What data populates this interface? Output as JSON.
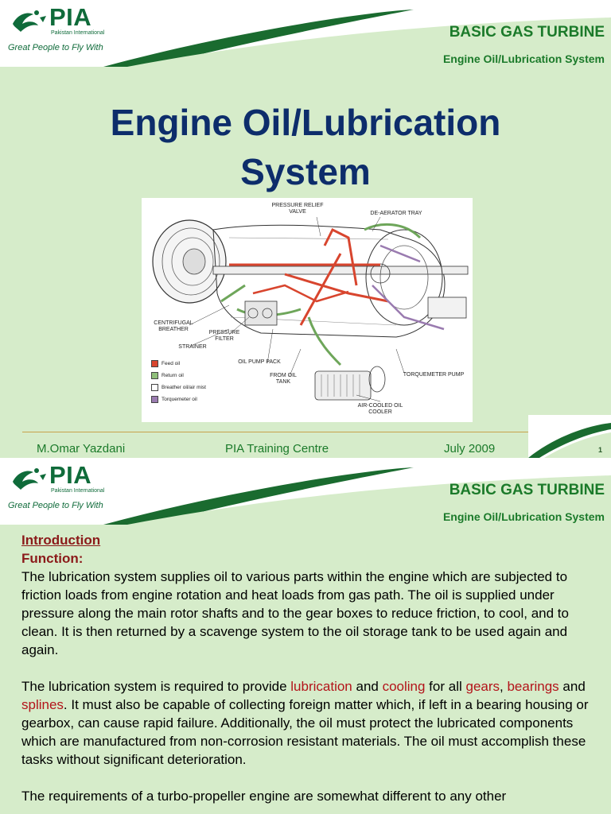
{
  "header": {
    "logo_text": "PIA",
    "logo_sub": "Pakistan International",
    "tagline": "Great People to Fly With",
    "title": "BASIC GAS TURBINE",
    "subtitle": "Engine Oil/Lubrication System"
  },
  "slide1": {
    "title_line1": "Engine Oil/Lubrication",
    "title_line2": "System",
    "diagram": {
      "labels": {
        "pressure_relief": "PRESSURE RELIEF VALVE",
        "deaerator": "DE-AERATOR TRAY",
        "centrifugal": "CENTRIFUGAL BREATHER",
        "pressure_filter": "PRESSURE FILTER",
        "strainer": "STRAINER",
        "oil_pump": "OIL PUMP PACK",
        "from_tank": "FROM OIL TANK",
        "torquemeter_pump": "TORQUEMETER PUMP",
        "cooler": "AIR-COOLED OIL COOLER"
      },
      "legend": [
        {
          "label": "Feed oil",
          "color": "#d8452e"
        },
        {
          "label": "Return oil",
          "color": "#8fbf7a"
        },
        {
          "label": "Breather oil/air mist",
          "color": "#ffffff"
        },
        {
          "label": "Torquemeter oil",
          "color": "#9a7bb0"
        }
      ]
    },
    "footer": {
      "author": "M.Omar Yazdani",
      "centre": "PIA Training Centre",
      "date": "July 2009",
      "page": "1"
    }
  },
  "slide2": {
    "heading": "Introduction",
    "subheading": "Function:",
    "para1": "The lubrication system supplies oil to various parts within the engine which are subjected to friction loads from engine rotation and heat loads from gas path. The oil is supplied under pressure along the main rotor shafts and to the gear boxes to reduce friction, to cool, and to clean. It is then returned by a scavenge system to the oil storage tank to be used again and again.",
    "para2": {
      "t1": "The lubrication system is required to provide ",
      "h1": "lubrication",
      "t2": " and ",
      "h2": "cooling",
      "t3": " for all ",
      "h3": "gears",
      "t4": ", ",
      "h4": "bearings",
      "t5": " and ",
      "h5": "splines",
      "t6": ". It must also be capable of collecting foreign matter which, if left in a bearing housing or gearbox, can cause rapid failure. Additionally, the oil must protect the lubricated components which are manufactured from non-corrosion resistant materials. The oil must accomplish these tasks without significant deterioration."
    },
    "para3": "The requirements of a turbo-propeller engine are somewhat different to any other"
  }
}
